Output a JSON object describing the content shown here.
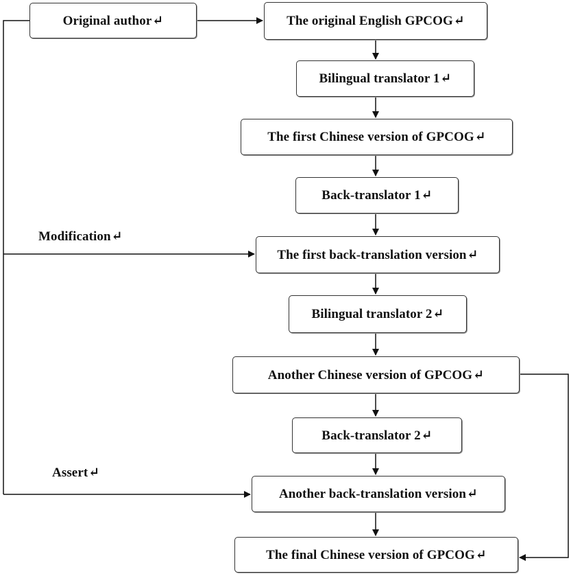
{
  "diagram": {
    "nodes": {
      "original_author": "Original author",
      "original_english": "The original English GPCOG",
      "bilingual_translator_1": "Bilingual translator 1",
      "first_chinese": "The first Chinese version of GPCOG",
      "back_translator_1": "Back-translator 1",
      "first_back_translation": "The first back-translation version",
      "bilingual_translator_2": "Bilingual translator 2",
      "another_chinese": "Another Chinese version of GPCOG",
      "back_translator_2": "Back-translator 2",
      "another_back_translation": "Another back-translation version",
      "final_chinese": "The final Chinese version of GPCOG"
    },
    "labels": {
      "modification": "Modification",
      "assert": "Assert"
    },
    "mark_glyph": "↵",
    "colors": {
      "line": "#111111",
      "border": "#333333"
    }
  }
}
